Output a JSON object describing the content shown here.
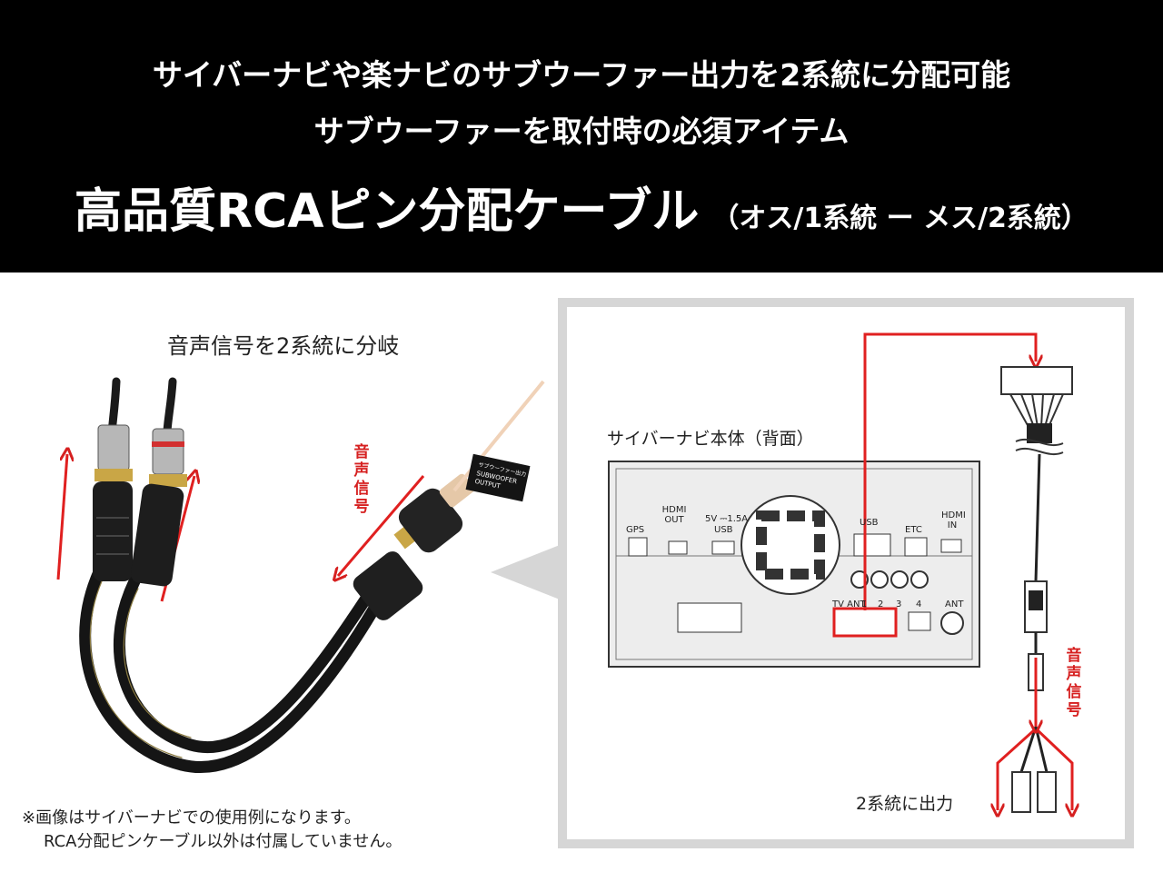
{
  "header": {
    "line1": "サイバーナビや楽ナビのサブウーファー出力を2系統に分配可能",
    "line2": "サブウーファーを取付時の必須アイテム",
    "title": "高品質RCAピン分配ケーブル",
    "title_sub": "（オス/1系統 ー メス/2系統）"
  },
  "photo": {
    "caption": "音声信号を2系統に分岐",
    "arrow_label": "音声信号",
    "tag_line1": "サブウーファー出力",
    "tag_line2": "SUBWOOFER",
    "tag_line3": "OUTPUT"
  },
  "note": {
    "line1": "※画像はサイバーナビでの使用例になります。",
    "line2": "RCA分配ピンケーブル以外は付属していません。"
  },
  "diagram": {
    "title": "サイバーナビ本体（背面）",
    "signal_label": "音声信号",
    "output_label": "2系統に出力",
    "port_labels": {
      "gps": "GPS",
      "hdmi_out": "HDMI OUT",
      "usb": "USB",
      "usb_spec": "5V ⎓1.5A",
      "usb2": "USB",
      "etc": "ETC",
      "hdmi_in": "HDMI IN",
      "tv_ant": "TV ANT",
      "ant": "ANT",
      "ch1": "1",
      "ch2": "2",
      "ch3": "3",
      "ch4": "4"
    }
  },
  "colors": {
    "header_bg": "#000000",
    "accent_red": "#d62020",
    "panel_border": "#d6d6d6"
  }
}
